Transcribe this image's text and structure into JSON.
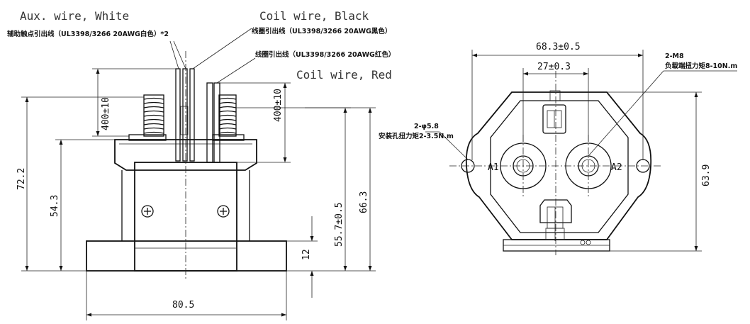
{
  "labels": {
    "aux_wire_en": "Aux. wire, White",
    "aux_wire_cn": "辅助触点引出线（UL3398/3266 20AWG白色）*2",
    "coil_black_en": "Coil wire, Black",
    "coil_black_cn": "线圈引出线（UL3398/3266 20AWG黑色）",
    "coil_red_cn": "线圈引出线（UL3398/3266 20AWG红色）",
    "coil_red_en": "Coil wire, Red",
    "mount_hole_spec": "2-φ5.8",
    "mount_hole_torque": "安装孔扭力矩2-3.5N.m",
    "terminal_spec": "2-M8",
    "terminal_torque": "负载端扭力矩8-10N.m",
    "terminal_a1": "A1",
    "terminal_a2": "A2"
  },
  "dimensions": {
    "total_height": "72.2",
    "body_height": "54.3",
    "wire_length_left": "400±10",
    "wire_length_right": "400±10",
    "terminal_height": "55.7±0.5",
    "overall_height": "66.3",
    "base_height": "12",
    "base_width": "80.5",
    "mount_spacing": "68.3±0.5",
    "terminal_spacing": "27±0.3",
    "top_view_height": "63.9"
  }
}
